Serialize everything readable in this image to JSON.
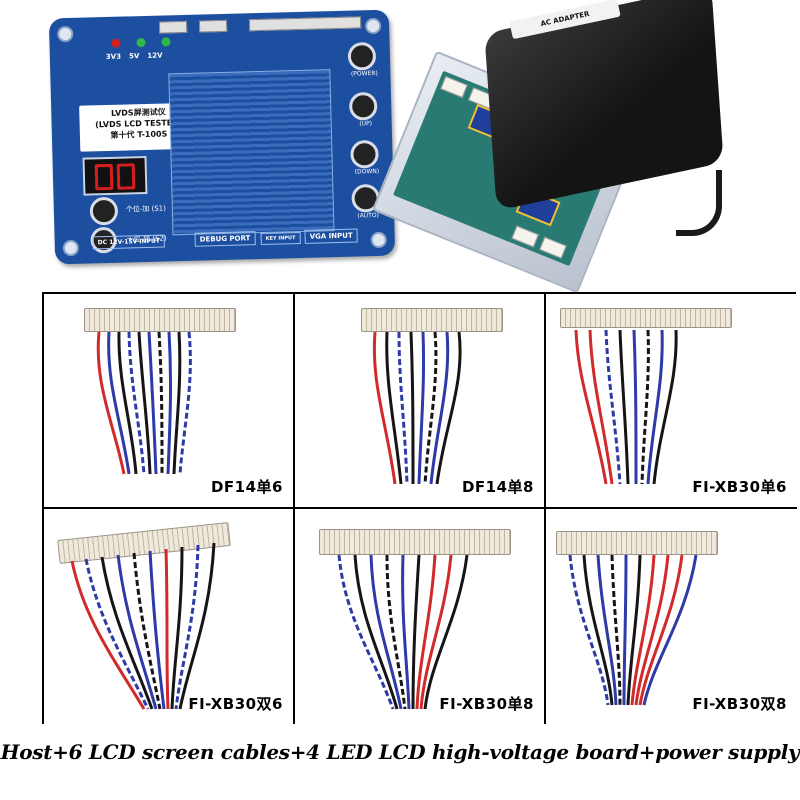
{
  "cables": [
    {
      "label": "DF14单6"
    },
    {
      "label": "DF14单8"
    },
    {
      "label": "FI-XB30单6"
    },
    {
      "label": "FI-XB30双6"
    },
    {
      "label": "FI-XB30单8"
    },
    {
      "label": "FI-XB30双8"
    }
  ],
  "caption": "Host+6 LCD screen cables+4 LED LCD high-voltage board+power supply",
  "tester_board": {
    "title_cn": "LVDS屏测试仪",
    "title_en": "(LVDS LCD TESTER)",
    "model": "第十代  T-100S",
    "led_labels": [
      "3V3",
      "5V",
      "12V"
    ],
    "buttons": [
      "(POWER)",
      "(UP)",
      "(DOWN)",
      "(AUTO)"
    ],
    "switch_1": "个位-加 (S1)",
    "switch_2": "十位-加 (S2)",
    "ports": [
      "DC 12V-15V INPUT",
      "DEBUG PORT",
      "KEY INPUT",
      "VGA INPUT"
    ]
  },
  "adapter_label": "AC ADAPTER",
  "colors": {
    "board_blue": "#1d4fa0",
    "wire_red": "#d22a2a",
    "wire_blue": "#2d3aa8",
    "wire_black": "#151515",
    "wire_white": "#f2f2f2"
  }
}
